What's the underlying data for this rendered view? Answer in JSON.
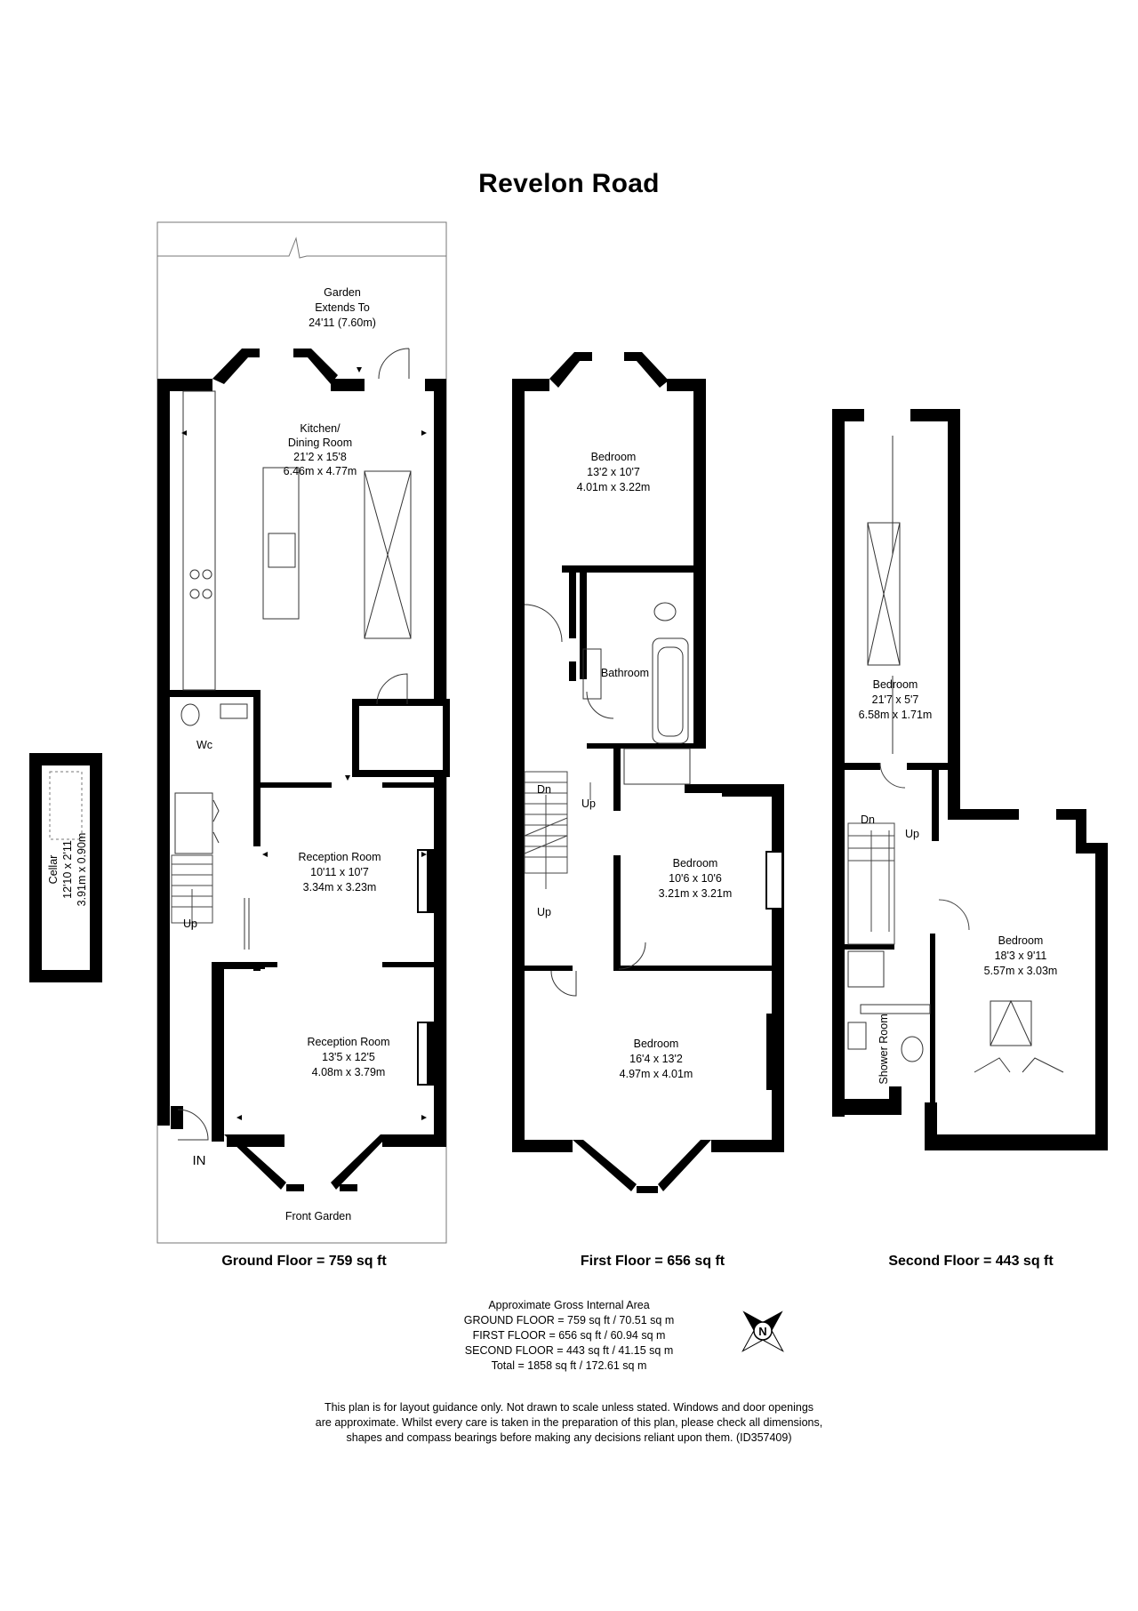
{
  "title": "Revelon Road",
  "ground": {
    "garden": [
      "Garden",
      "Extends To",
      "24'11 (7.60m)"
    ],
    "kitchen": [
      "Kitchen/",
      "Dining Room",
      "21'2 x 15'8",
      "6.46m x 4.77m"
    ],
    "wc": "Wc",
    "reception1": [
      "Reception Room",
      "10'11 x 10'7",
      "3.34m x 3.23m"
    ],
    "reception2": [
      "Reception Room",
      "13'5 x 12'5",
      "4.08m x 3.79m"
    ],
    "up": "Up",
    "entrance": "IN",
    "front_garden": "Front Garden",
    "label": "Ground Floor = 759 sq ft"
  },
  "cellar": [
    "Cellar",
    "12'10 x 2'11",
    "3.91m x 0.90m"
  ],
  "first": {
    "bedroom_rear": [
      "Bedroom",
      "13'2 x 10'7",
      "4.01m x 3.22m"
    ],
    "bathroom": "Bathroom",
    "dn": "Dn",
    "up1": "Up",
    "up2": "Up",
    "bedroom_mid": [
      "Bedroom",
      "10'6 x 10'6",
      "3.21m x 3.21m"
    ],
    "bedroom_front": [
      "Bedroom",
      "16'4 x 13'2",
      "4.97m x 4.01m"
    ],
    "label": "First Floor = 656 sq ft"
  },
  "second": {
    "bedroom_rear": [
      "Bedroom",
      "21'7 x 5'7",
      "6.58m x 1.71m"
    ],
    "dn": "Dn",
    "up": "Up",
    "shower": "Shower Room",
    "bedroom_front": [
      "Bedroom",
      "18'3 x 9'11",
      "5.57m x 3.03m"
    ],
    "label": "Second Floor = 443 sq ft"
  },
  "compass": "N",
  "area": {
    "heading": "Approximate Gross Internal Area",
    "ground": "GROUND FLOOR = 759 sq ft / 70.51 sq m",
    "first": "FIRST FLOOR = 656 sq ft / 60.94 sq m",
    "second": "SECOND FLOOR = 443 sq ft / 41.15 sq m",
    "total": "Total = 1858 sq ft / 172.61 sq m"
  },
  "disclaimer": [
    "This plan is for layout guidance only. Not drawn to scale unless stated. Windows and door openings",
    "are approximate. Whilst every care is taken in the preparation of this plan, please check all dimensions,",
    "shapes and compass bearings before making any decisions reliant upon them. (ID357409)"
  ],
  "colors": {
    "wall": "#000000",
    "line": "#555555",
    "background": "#ffffff"
  }
}
